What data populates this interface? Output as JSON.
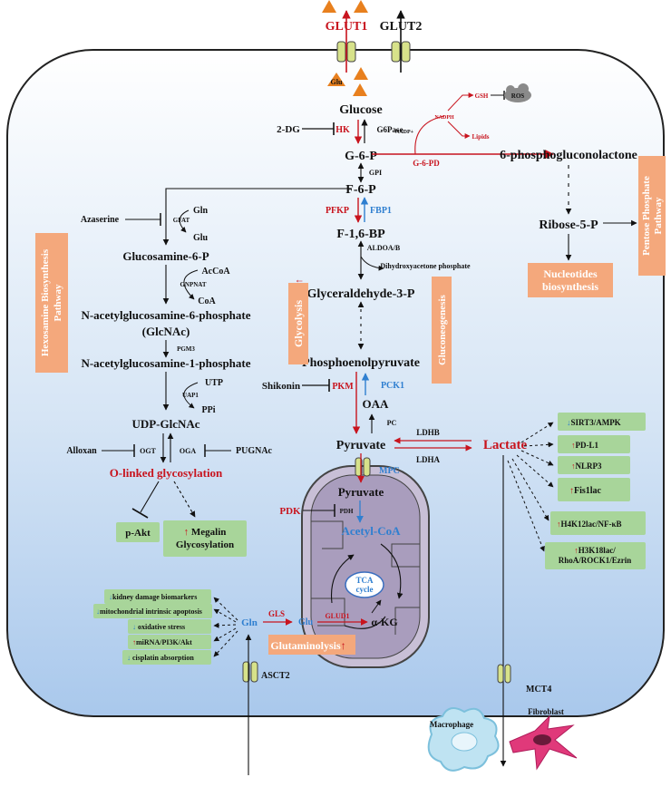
{
  "colors": {
    "cell_fill_top": "#ffffff",
    "cell_fill_bottom": "#a9c8ec",
    "accent_red": "#c8141e",
    "accent_blue": "#2f7fd0",
    "box_orange": "#f4a87c",
    "box_green": "#a8d59a",
    "mito_fill": "#c8bfd6"
  },
  "transporters": {
    "glut1": "GLUT1",
    "glut2": "GLUT2",
    "asct2": "ASCT2",
    "mct4": "MCT4",
    "mpc": "MPC",
    "glu_small": "Glu"
  },
  "glycolysis": {
    "glucose": "Glucose",
    "two_dg": "2-DG",
    "hk": "HK",
    "g6pase": "G6Pase",
    "g6p": "G-6-P",
    "gpi": "GPI",
    "f6p": "F-6-P",
    "pfkp": "PFKP",
    "fbp1": "FBP1",
    "f16bp": "F-1,6-BP",
    "aldoa": "ALDOA/B",
    "dhap": "Dihydroxyacetone\nphosphate",
    "g3p": "Glyceraldehyde-3-P",
    "pep": "Phosphoenolpyruvate",
    "shikonin": "Shikonin",
    "pkm": "PKM",
    "pck1": "PCK1",
    "oaa": "OAA",
    "pc": "PC",
    "pyruvate": "Pyruvate",
    "glycolysis_label": "Glycolysis",
    "gluconeogenesis_label": "Gluconeogenesis"
  },
  "ppp": {
    "nadp": "NADP+",
    "nadph": "NADPH",
    "gsh": "GSH",
    "ros": "ROS",
    "lipids": "Lipids",
    "g6pd": "G-6-PD",
    "lactone": "6-phosphogluconolactone",
    "ribose": "Ribose-5-P",
    "nucleotides": "Nucleotides\nbiosynthesis",
    "pathway": "Pentose Phosphate\nPathway"
  },
  "hbp": {
    "gln": "Gln",
    "glu": "Glu",
    "azaserine": "Azaserine",
    "gfat": "GFAT",
    "glucosamine6p": "Glucosamine-6-P",
    "acoa": "AcCoA",
    "gnpnat": "GNPNAT",
    "coa": "CoA",
    "glcnac6p": "N-acetylglucosamine-6-phosphate",
    "glcnac": "(GlcNAc)",
    "pgm3": "PGM3",
    "glcnac1p": "N-acetylglucosamine-1-phosphate",
    "utp": "UTP",
    "uap1": "UAP1",
    "ppi": "PPi",
    "udpglcnac": "UDP-GlcNAc",
    "alloxan": "Alloxan",
    "ogt": "OGT",
    "oga": "OGA",
    "pugnac": "PUGNAc",
    "oglyc": "O-linked glycosylation",
    "pakt": "p-Akt",
    "megalin": "Megalin\nGlycosylation",
    "pathway": "Hexosamine Biosynthesis\nPathway"
  },
  "lactate": {
    "ldhb": "LDHB",
    "ldha": "LDHA",
    "lactate": "Lactate",
    "targets": [
      "SIRT3/AMPK",
      "PD-L1",
      "NLRP3",
      "Fis1lac",
      "H4K12lac/NF-κB",
      "H3K18lac/\nRhoA/ROCK1/Ezrin"
    ],
    "macrophage": "Macrophage",
    "fibroblast": "Fibroblast"
  },
  "mito": {
    "pyruvate": "Pyruvate",
    "pdk": "PDK",
    "pdh": "PDH",
    "acetylcoa": "Acetyl-CoA",
    "tca": "TCA\ncycle",
    "glu": "Glu",
    "gls": "GLS",
    "glud1": "GLUD1",
    "akg": "α-KG",
    "glutaminolysis": "Glutaminolysis"
  },
  "glutamine": {
    "gln": "Gln",
    "effects": [
      "kidney damage biomarkers",
      "mitochondrial intrinsic apoptosis",
      "oxidative stress",
      "miRNA/PI3K/Akt",
      "cisplatin absorption"
    ]
  },
  "arrows": {
    "up": "↑",
    "down": "↓"
  }
}
